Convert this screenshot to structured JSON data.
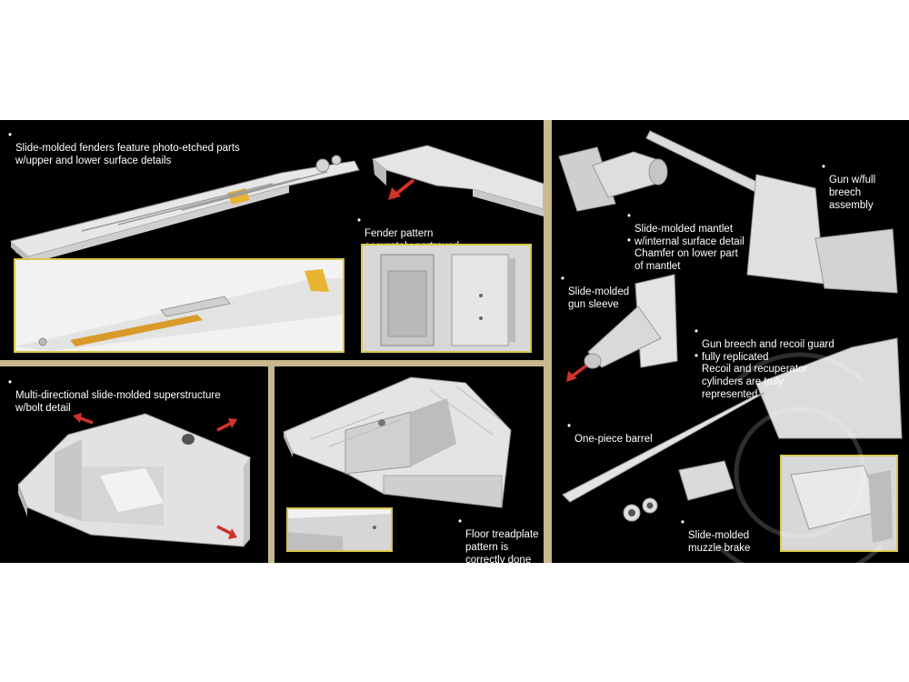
{
  "colors": {
    "frame": "#c9b78d",
    "panel": "#000000",
    "inset_border": "#d7c74a",
    "arrow": "#d0332b",
    "etch": "#d99a2b"
  },
  "panels": {
    "fenders": {
      "caption": "Slide-molded fenders feature photo-etched parts\nw/upper and lower surface details",
      "fender_pattern": "Fender pattern\naccurately portrayed"
    },
    "superstructure": {
      "caption": "Multi-directional slide-molded superstructure\nw/bolt detail"
    },
    "floor": {
      "caption": "Floor treadplate\npattern is\ncorrectly done"
    },
    "gun": {
      "gun_full_breech": "Gun w/full\nbreech\nassembly",
      "mantlet": "Slide-molded mantlet\nw/internal surface detail",
      "chamfer": "Chamfer on lower part\nof mantlet",
      "gun_sleeve": "Slide-molded\ngun sleeve",
      "breech_guard": "Gun breech and recoil guard\nfully replicated",
      "recoil": "Recoil and recuperator\ncylinders are truly\nrepresented",
      "barrel": "One-piece barrel",
      "muzzle_brake": "Slide-molded\nmuzzle brake"
    }
  }
}
